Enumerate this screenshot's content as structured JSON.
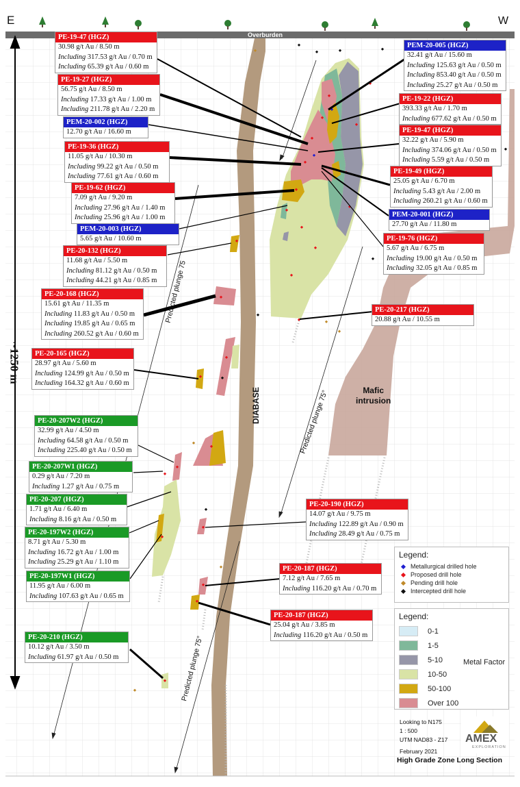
{
  "orientation": {
    "left": "E",
    "right": "W"
  },
  "labels": {
    "overburden": "Overburden",
    "diabase": "DIABASE",
    "mafic_intrusion": "Mafic\nintrusion",
    "depth": "~1250 m",
    "plunge_1": "Predicted plunge 75",
    "plunge_2": "Predicted plunge 75°",
    "plunge_3": "Predicted plunge 75°"
  },
  "intercepts": [
    {
      "id": "PE-19-47 (HGZ)",
      "color": "red",
      "lines": [
        "30.98 g/t Au / 8.50 m",
        "Including 317.53 g/t Au / 0.70 m",
        "Including 65.39 g/t Au / 0.60 m"
      ]
    },
    {
      "id": "PE-19-27 (HGZ)",
      "color": "red",
      "lines": [
        "56.75 g/t Au / 8.50 m",
        "Including 17.33 g/t Au / 1.00 m",
        "Including 211.78 g/t Au / 2.20 m"
      ]
    },
    {
      "id": "PEM-20-002 (HGZ)",
      "color": "blue",
      "lines": [
        "12.70 g/t Au / 16.60 m"
      ]
    },
    {
      "id": "PE-19-36 (HGZ)",
      "color": "red",
      "lines": [
        "11.05 g/t Au / 10.30 m",
        "Including 99.22 g/t Au / 0.50 m",
        "Including 77.61 g/t Au / 0.60 m"
      ]
    },
    {
      "id": "PE-19-62 (HGZ)",
      "color": "red",
      "lines": [
        "7.09 g/t Au / 9.20 m",
        "Including 27.96 g/t Au / 1.40 m",
        "Including 25.96 g/t Au / 1.00 m"
      ]
    },
    {
      "id": "PEM-20-003 (HGZ)",
      "color": "blue",
      "lines": [
        "5.65 g/t Au / 10.60 m"
      ]
    },
    {
      "id": "PE-20-132 (HGZ)",
      "color": "red",
      "lines": [
        "11.68 g/t Au / 5.50 m",
        "Including 81.12 g/t Au / 0.50 m",
        "Including 44.21 g/t Au / 0.85 m"
      ]
    },
    {
      "id": "PE-20-168 (HGZ)",
      "color": "red",
      "lines": [
        "15.61 g/t Au / 11.35 m",
        "Including 11.83 g/t Au / 0.50 m",
        "Including 19.85 g/t Au / 0.65 m",
        "Including 260.52 g/t Au / 0.60 m"
      ]
    },
    {
      "id": "PE-20-165 (HGZ)",
      "color": "red",
      "lines": [
        "28.97 g/t Au / 5.60 m",
        "Including 124.99 g/t Au / 0.50 m",
        "Including 164.32 g/t Au / 0.60 m"
      ]
    },
    {
      "id": "PE-20-207W2 (HGZ)",
      "color": "green",
      "lines": [
        "32.99 g/t Au / 4.50 m",
        "Including 64.58 g/t Au / 0.50 m",
        "Including 225.40 g/t Au / 0.50 m"
      ]
    },
    {
      "id": "PE-20-207W1 (HGZ)",
      "color": "green",
      "lines": [
        "0.29 g/t Au / 7.20 m",
        "Including 1.27 g/t Au / 0.75 m"
      ]
    },
    {
      "id": "PE-20-207 (HGZ)",
      "color": "green",
      "lines": [
        "1.71 g/t Au / 6.40 m",
        "Including 8.16 g/t Au / 0.50 m"
      ]
    },
    {
      "id": "PE-20-197W2 (HGZ)",
      "color": "green",
      "lines": [
        "8.71 g/t Au / 5.30 m",
        "Including 16.72 g/t Au / 1.00 m",
        "Including 25.29 g/t Au / 1.10 m"
      ]
    },
    {
      "id": "PE-20-197W1 (HGZ)",
      "color": "green",
      "lines": [
        "11.95 g/t Au / 6.00 m",
        "Including 107.63 g/t Au / 0.65 m"
      ]
    },
    {
      "id": "PE-20-210 (HGZ)",
      "color": "green",
      "lines": [
        "10.12 g/t Au / 3.50 m",
        "Including 61.97 g/t Au / 0.50 m"
      ]
    },
    {
      "id": "PEM-20-005 (HGZ)",
      "color": "blue",
      "lines": [
        "32.41 g/t Au / 15.60 m",
        "Including 125.63 g/t Au / 0.50 m",
        "Including 853.40 g/t Au / 0.50 m",
        "Including 25.27 g/t Au / 0.50 m"
      ]
    },
    {
      "id": "PE-19-22 (HGZ)",
      "color": "red",
      "lines": [
        "393.33 g/t Au / 1.70 m",
        "Including 677.62 g/t Au / 0.50 m"
      ]
    },
    {
      "id": "PE-19-47 (HGZ)",
      "color": "red",
      "lines": [
        "32.22 g/t Au / 5.90 m",
        "Including 374.06 g/t Au / 0.50 m",
        "Including 5.59 g/t Au / 0.50 m"
      ]
    },
    {
      "id": "PE-19-49 (HGZ)",
      "color": "red",
      "lines": [
        "25.05 g/t Au / 6.70 m",
        "Including 5.43 g/t Au / 2.00 m",
        "Including 260.21 g/t Au / 0.60 m"
      ]
    },
    {
      "id": "PEM-20-001 (HGZ)",
      "color": "blue",
      "lines": [
        "27.70 g/t Au / 11.80 m"
      ]
    },
    {
      "id": "PE-19-76 (HGZ)",
      "color": "red",
      "lines": [
        "5.67 g/t Au / 6.75 m",
        "Including 19.00 g/t Au / 0.50 m",
        "Including 32.05 g/t Au / 0.85 m"
      ]
    },
    {
      "id": "PE-20-217 (HGZ)",
      "color": "red",
      "lines": [
        "20.88 g/t Au / 10.55 m"
      ]
    },
    {
      "id": "PE-20-190 (HGZ)",
      "color": "red",
      "lines": [
        "14.07 g/t Au / 9.75 m",
        "Including 122.89 g/t Au / 0.90 m",
        "Including 28.49 g/t Au / 0.75 m"
      ]
    },
    {
      "id": "PE-20-187 (HGZ)",
      "color": "red",
      "lines": [
        "7.12 g/t Au / 7.65 m",
        "Including 116.20 g/t Au / 0.70 m"
      ]
    },
    {
      "id": "PE-20-187 (HGZ)",
      "color": "red",
      "lines": [
        "25.04 g/t Au / 3.85 m",
        "Including 116.20 g/t Au / 0.50 m"
      ]
    }
  ],
  "legend_holes": {
    "title": "Legend:",
    "items": [
      {
        "label": "Metallurgical drilled hole",
        "color": "#2020d0"
      },
      {
        "label": "Proposed drill hole",
        "color": "#e8141b"
      },
      {
        "label": "Pending drill hole",
        "color": "#c08a2a"
      },
      {
        "label": "Intercepted drill hole",
        "color": "#111111"
      }
    ]
  },
  "legend_metal": {
    "title": "Legend:",
    "side_label": "Metal Factor",
    "items": [
      {
        "label": "0-1",
        "color": "#d6ecf5"
      },
      {
        "label": "1-5",
        "color": "#7fb89a"
      },
      {
        "label": "5-10",
        "color": "#9696a8"
      },
      {
        "label": "10-50",
        "color": "#d9e3a6"
      },
      {
        "label": "50-100",
        "color": "#d2a812"
      },
      {
        "label": "Over 100",
        "color": "#d98c92"
      }
    ]
  },
  "info": {
    "line1": "Looking to N175",
    "line2": "1 : 500",
    "line3": "UTM NAD83 - Z17",
    "date": "February 2021",
    "title": "High Grade Zone Long Section",
    "logo": "AMEX",
    "logo_sub": "EXPLORATION"
  },
  "colors": {
    "overburden": "#6b6b6b",
    "diabase": "#b39a7e",
    "mafic": "#c9a79c",
    "grid": "#dcdcdc"
  }
}
